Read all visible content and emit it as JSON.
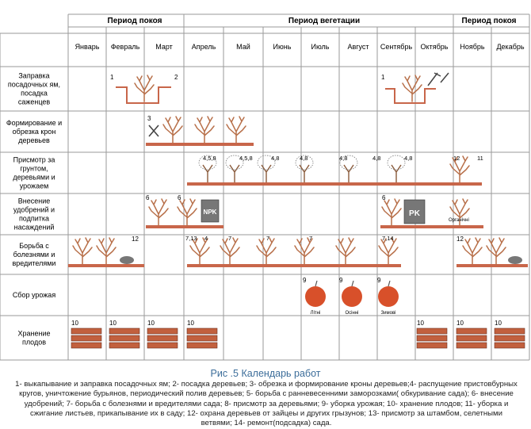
{
  "periods": [
    "Период покоя",
    "Период вегетации",
    "Период покоя"
  ],
  "months": [
    "Январь",
    "Февраль",
    "Март",
    "Апрель",
    "Май",
    "Июнь",
    "Июль",
    "Август",
    "Сентябрь",
    "Октябрь",
    "Ноябрь",
    "Декабрь"
  ],
  "rows": [
    [
      "Заправка",
      "посадочных ям,",
      "посадка",
      "саженцев"
    ],
    [
      "Формирование и",
      "обрезка крон",
      "деревьев"
    ],
    [
      "Присмотр за",
      "грунтом,",
      "деревьями и",
      "урожаем"
    ],
    [
      "Внесение",
      "удобрений и",
      "подпитка",
      "насаждений"
    ],
    [
      "Борьба с",
      "болезнями и",
      "вредителями"
    ],
    [
      "Сбор урожая"
    ],
    [
      "Хранение",
      "плодов"
    ]
  ],
  "colors": {
    "grid": "#9a9a9a",
    "soil": "#c8664a",
    "tree": "#b8704a",
    "fruit": "#d8502a",
    "box": "#c2603e",
    "caption": "#3c6d9a"
  },
  "labels": {
    "n1a": "1",
    "n2": "2",
    "n1b": "1",
    "n3": "3",
    "n458a": "4,5,8",
    "n458b": "4,5,8",
    "n48a": "4,8",
    "n48b": "4,8",
    "n48c": "4,8",
    "n48d": "4,8",
    "n48e": "4,8",
    "n12a": "12",
    "n11": "11",
    "n6a": "6",
    "n6b": "6",
    "n6c": "6",
    "npk": "NPK",
    "pk": "PK",
    "org": "Органічні",
    "n12b": "12",
    "n713": "7,13",
    "n4": "4",
    "n7a": "7",
    "n7b": "7",
    "n7c": "7",
    "n714": "7,14",
    "n12c": "12",
    "n9a": "9",
    "n9b": "9",
    "n9c": "9",
    "apple1": "Літні",
    "apple2": "Осінні",
    "apple3": "Зимові",
    "n10a": "10",
    "n10b": "10",
    "n10c": "10",
    "n10d": "10",
    "n10e": "10",
    "n10f": "10",
    "n10g": "10"
  },
  "caption": "Рис .5 Календарь работ",
  "legend": "1- выкапывание и заправка посадочных ям;  2- посадка деревьев;  3- обрезка и формирование кроны деревьев;4- распущение пристовбурных кругов, уничтожение бурьянов, периодический полив деревьев;  5- борьба с ранневесенними заморозками( обкуривание сада);  6- внесение удобрений;  7- борьба с болезнями и вредителями сада;  8- присмотр за деревьями;  9- уборка урожая;  10- хранение плодов;  11- уборка и сжигание листьев, прикапывание их в саду;  12- охрана деревьев от зайцеы и других грызунов;  13- присмотр за штамбом, селетными ветвями;  14- ремонт(подсадка) сада."
}
